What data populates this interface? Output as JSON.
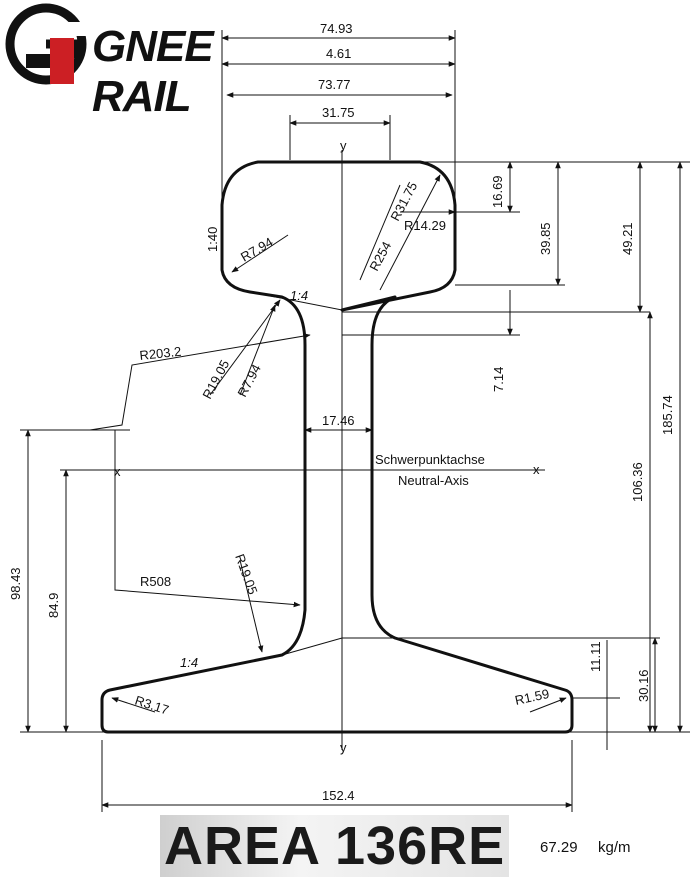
{
  "brand": {
    "name": "GNEE RAIL",
    "logo_color": "#cc1f24",
    "logo_letter": "G"
  },
  "product": {
    "title": "AREA 136RE",
    "weight_value": "67.29",
    "weight_unit": "kg/m"
  },
  "dimensions": {
    "head_width_top": "74.93",
    "head_width_2": "4.61",
    "head_width_3": "73.77",
    "crown_width": "31.75",
    "axis_y_top": "y",
    "axis_y_bottom": "y",
    "axis_x_left": "x",
    "axis_x_right": "x",
    "head_side_taper": "1:40",
    "r_head_corner": "R7.94",
    "r_crown_inner": "R31.75",
    "r_crown": "R254",
    "r_head_side": "R14.29",
    "head_depth_1": "16.69",
    "head_depth_2": "39.85",
    "head_depth_3": "49.21",
    "head_underside_slope": "1:4",
    "r_web_top": "R203.2",
    "r_fillet_1": "R19.05",
    "r_fillet_2": "R7.94",
    "fishing_height": "7.14",
    "web_thickness": "17.46",
    "neutral_axis_de": "Schwerpunktachse",
    "neutral_axis_en": "Neutral-Axis",
    "height_to_head": "106.36",
    "total_height": "185.74",
    "na_height_1": "98.43",
    "na_height_2": "84.9",
    "r_web_bottom": "R508",
    "r_fillet_base": "R19.05",
    "base_slope": "1:4",
    "r_base_left": "R3.17",
    "r_base_right": "R1.59",
    "base_edge": "11.11",
    "base_height": "30.16",
    "base_width": "152.4"
  }
}
